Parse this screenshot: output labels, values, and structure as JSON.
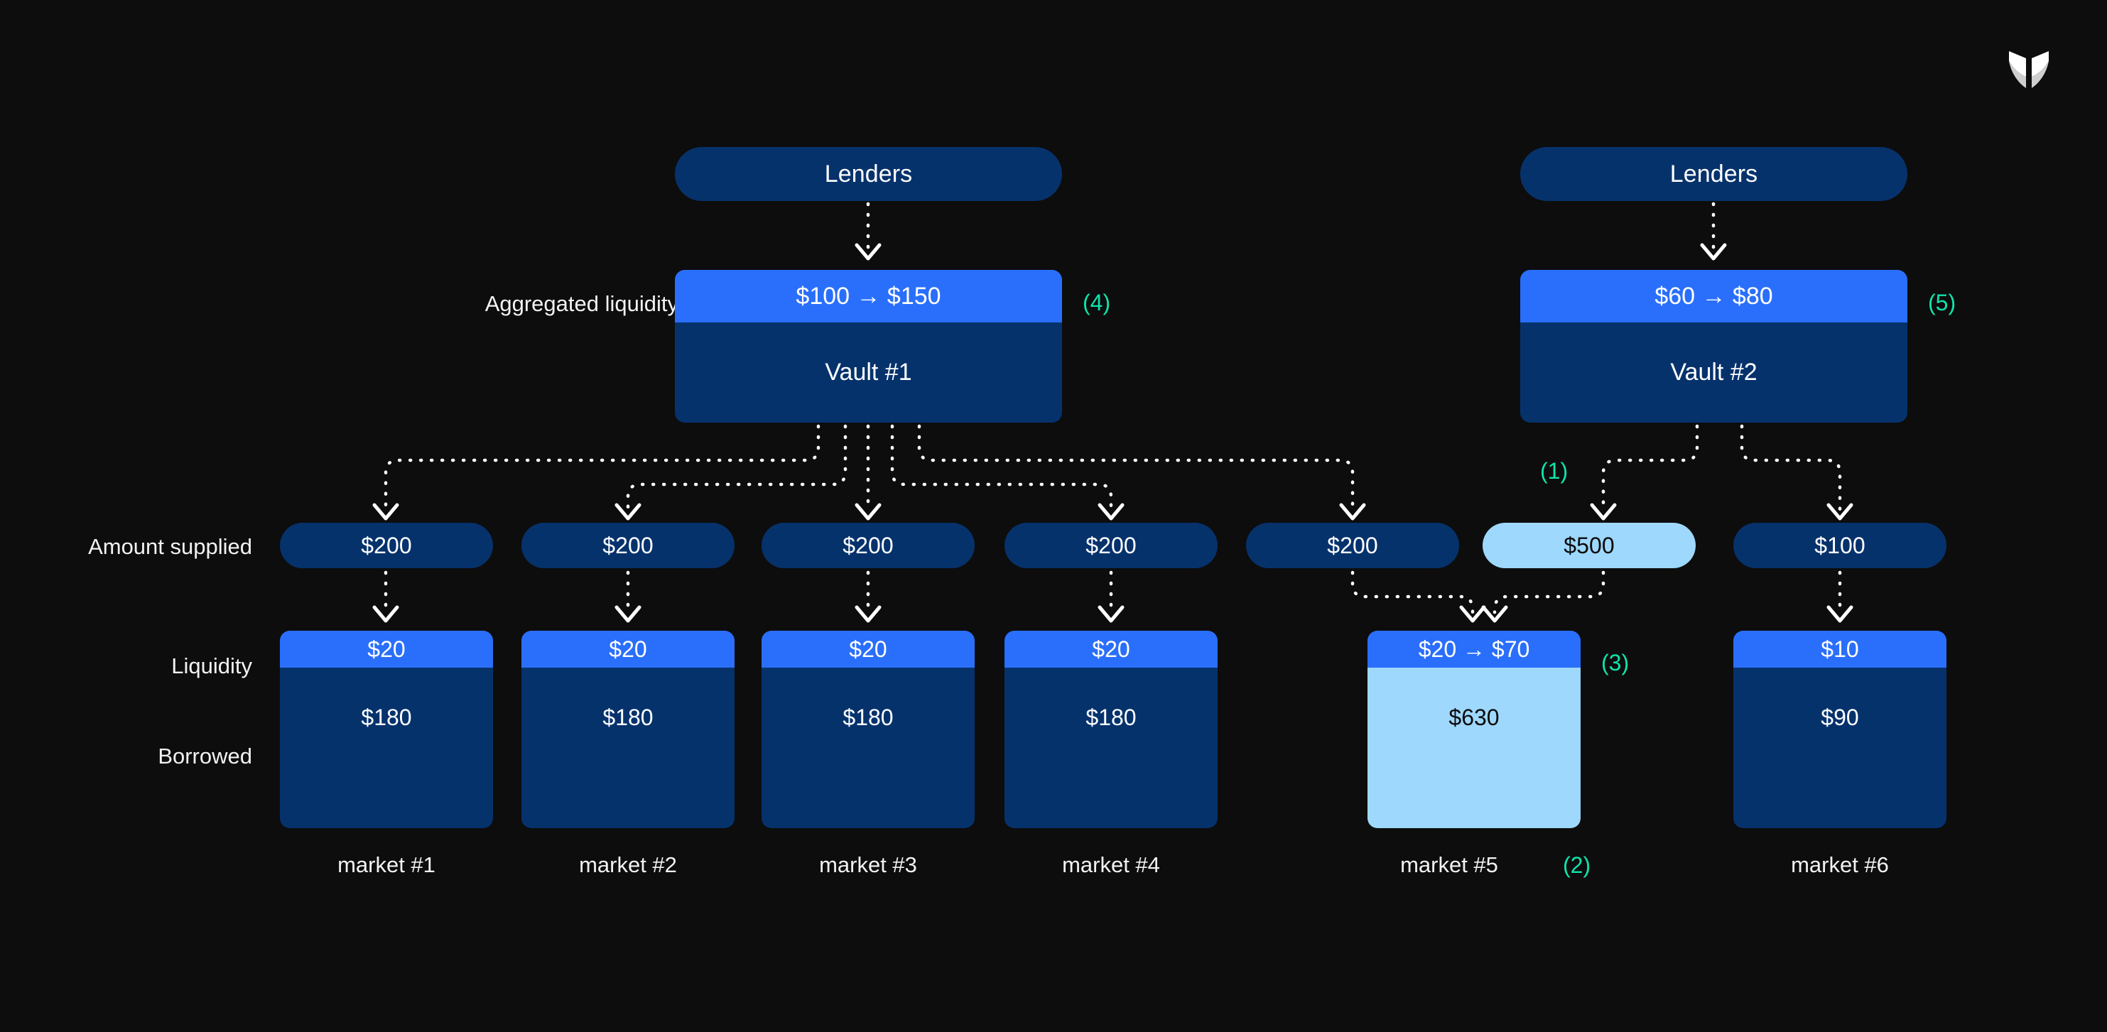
{
  "background_color": "#0d0d0d",
  "accent_colors": {
    "bright_blue": "#2a6ffb",
    "dark_blue": "#06326c",
    "light_blue": "#9ed8fd",
    "teal_step": "#0fe3ac",
    "text": "#ffffff"
  },
  "logo": {
    "name": "morpho-butterfly-logo"
  },
  "row_labels": {
    "aggregated_liquidity": "Aggregated liquidity",
    "amount_supplied": "Amount supplied",
    "liquidity": "Liquidity",
    "borrowed": "Borrowed"
  },
  "vaults": [
    {
      "id": "vault-1",
      "lenders_label": "Lenders",
      "liquidity_value": "$100 → $150",
      "name": "Vault #1",
      "step": "(4)"
    },
    {
      "id": "vault-2",
      "lenders_label": "Lenders",
      "liquidity_value": "$60 → $80",
      "name": "Vault #2",
      "step": "(5)"
    }
  ],
  "supplied": [
    {
      "value": "$200",
      "highlight": false
    },
    {
      "value": "$200",
      "highlight": false
    },
    {
      "value": "$200",
      "highlight": false
    },
    {
      "value": "$200",
      "highlight": false
    },
    {
      "value": "$200",
      "highlight": false
    },
    {
      "value": "$500",
      "highlight": true,
      "step": "(1)"
    },
    {
      "value": "$100",
      "highlight": false
    }
  ],
  "markets": [
    {
      "caption": "market #1",
      "liquidity": "$20",
      "borrowed": "$180",
      "highlight": false
    },
    {
      "caption": "market #2",
      "liquidity": "$20",
      "borrowed": "$180",
      "highlight": false
    },
    {
      "caption": "market #3",
      "liquidity": "$20",
      "borrowed": "$180",
      "highlight": false
    },
    {
      "caption": "market #4",
      "liquidity": "$20",
      "borrowed": "$180",
      "highlight": false
    },
    {
      "caption": "market #5",
      "liquidity": "$20 → $70",
      "borrowed": "$630",
      "highlight": true,
      "step_liquidity": "(3)",
      "step_caption": "(2)"
    },
    {
      "caption": "market #6",
      "liquidity": "$10",
      "borrowed": "$90",
      "highlight": false
    }
  ]
}
